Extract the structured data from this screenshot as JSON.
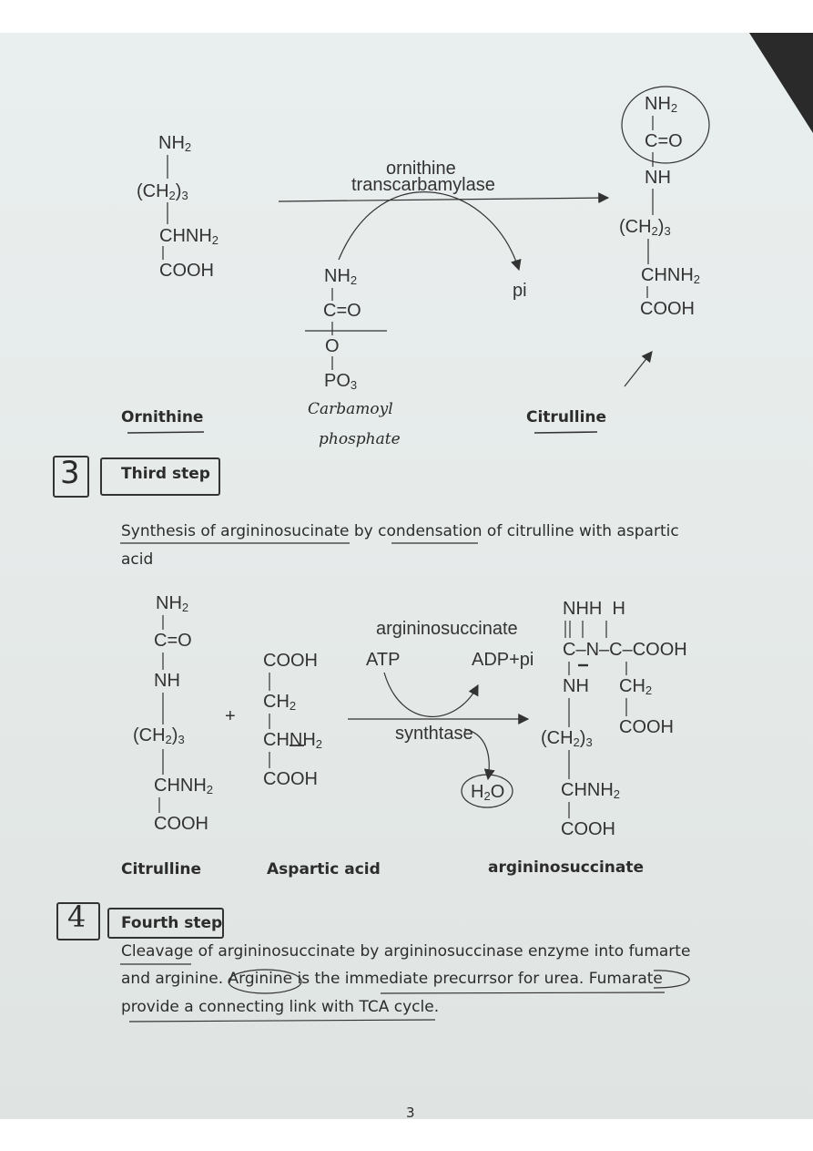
{
  "reaction2": {
    "ornithine": {
      "nh2": "NH2",
      "ch23": "(CH2)3",
      "chnh2": "CHNH2",
      "cooh": "COOH"
    },
    "enzyme_line1": "ornithine",
    "enzyme_line2": "transcarbamylase",
    "carbamoyl": {
      "nh2": "NH2",
      "co": "C=O",
      "o": "O",
      "po3": "PO3"
    },
    "pi": "pi",
    "citrulline": {
      "nh2": "NH2",
      "co": "C=O",
      "nh": "NH",
      "ch23": "(CH2)3",
      "chnh2": "CHNH2",
      "cooh": "COOH"
    },
    "label_ornithine": "Ornithine",
    "label_carbamoyl_1": "Carbamoyl",
    "label_carbamoyl_2": "phosphate",
    "label_citrulline": "Citrulline"
  },
  "step3": {
    "number": "3",
    "title": "Third step",
    "text_line1": "Synthesis of argininosucinate by condensation of citrulline with aspartic",
    "text_line2": "acid"
  },
  "reaction3": {
    "citrulline": {
      "nh2": "NH2",
      "co": "C=O",
      "nh": "NH",
      "ch23": "(CH2)3",
      "chnh2": "CHNH2",
      "cooh": "COOH"
    },
    "plus": "+",
    "aspartic": {
      "cooh1": "COOH",
      "ch2": "CH2",
      "chnh2": "CHNH2",
      "cooh2": "COOH"
    },
    "enzyme_line1": "argininosuccinate",
    "enzyme_line2": "synthtase",
    "atp": "ATP",
    "adp": "ADP+pi",
    "h2o": "H2O",
    "product": {
      "nhh_h": "NHH  H",
      "top": "C–N–C–COOH",
      "nh": "NH",
      "ch2": "CH2",
      "cooh_side": "COOH",
      "ch23": "(CH2)3",
      "chnh2": "CHNH2",
      "cooh": "COOH"
    },
    "label_citrulline": "Citrulline",
    "label_aspartic": "Aspartic acid",
    "label_product": "argininosuccinate"
  },
  "step4": {
    "number": "4",
    "title": "Fourth step",
    "line1": "Cleavage of argininosuccinate by argininosuccinase enzyme into fumarte",
    "line2": "and arginine. Arginine is the immediate precurrsor for urea. Fumarate",
    "line3": "provide a connecting link with TCA cycle."
  },
  "page_number": "3"
}
